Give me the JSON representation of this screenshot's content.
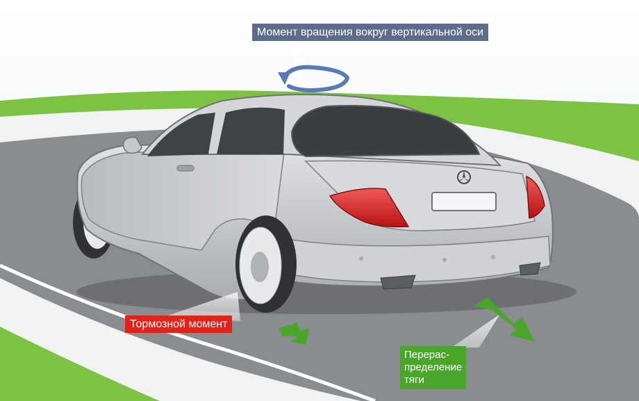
{
  "labels": {
    "yaw_moment": "Момент вращения вокруг вертикальной оси",
    "brake_moment": "Тормозной момент",
    "traction": {
      "line1": "Перерас-",
      "line2": "пределение",
      "line3": "тяги"
    }
  },
  "colors": {
    "yaw_label_bg": "#5e6c8c",
    "brake_label_bg": "#e2231a",
    "traction_label_bg": "#4aa52b",
    "grass": "#7dc242",
    "road": "#8a8d90",
    "car_body": "#c9cbce",
    "rotation_arrow": "#5b7ab5",
    "force_arrow": "#4aa52b"
  },
  "icons": {
    "rotation": "rotation-arrow-icon",
    "force": "green-arrow-icon",
    "brand": "three-pointed-star-icon"
  }
}
